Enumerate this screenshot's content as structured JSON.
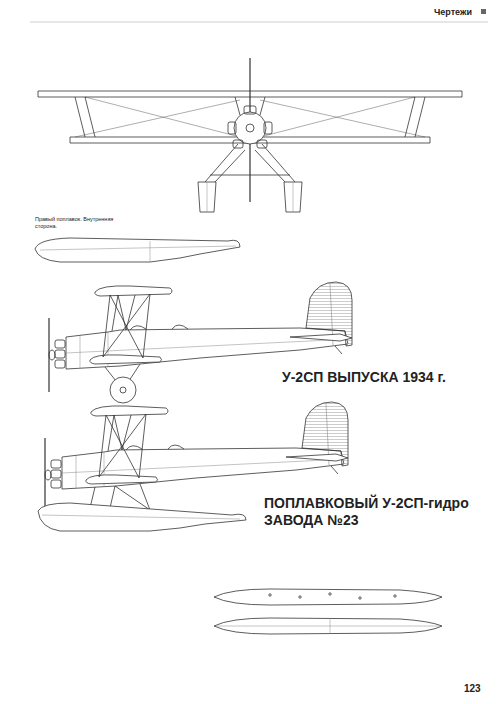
{
  "diagram": {
    "labels": [
      "Чертежи",
      "Правый поплавок. Внутренняя сторона.",
      "У-2СП ВЫПУСКА 1934 г.",
      "ПОПЛАВКОВЫЙ У-2СП-гидро ЗАВОДА №23",
      "123"
    ]
  }
}
